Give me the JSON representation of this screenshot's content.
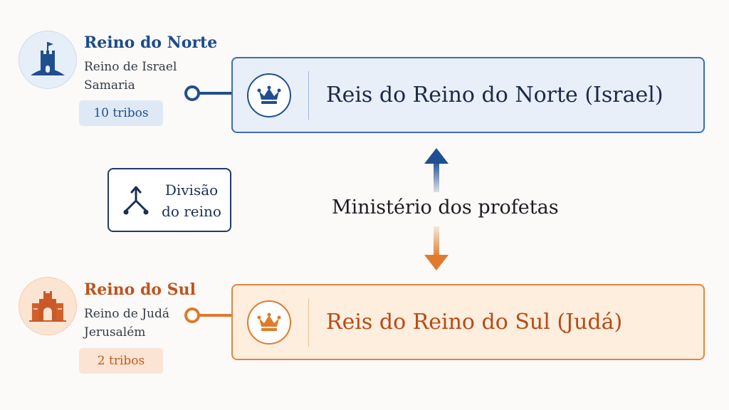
{
  "north": {
    "name": "Reino do Norte",
    "line1": "Reino de Israel",
    "line2": "Samaria",
    "tribes": "10 tribos",
    "kings_title": "Reis do Reino do Norte (Israel)"
  },
  "south": {
    "name": "Reino do Sul",
    "line1": "Reino de Judá",
    "line2": "Jerusalém",
    "tribes": "2 tribos",
    "kings_title": "Reis do Reino do Sul (Judá)"
  },
  "division": {
    "line1": "Divisão",
    "line2": "do reino"
  },
  "prophets": "Ministério dos profetas",
  "colors": {
    "north_accent": "#1f4f8f",
    "south_accent": "#e27a2c"
  },
  "icons": {
    "north_emblem": "fortress-tower-icon",
    "south_emblem": "city-gate-icon",
    "division": "fork-split-icon",
    "kings": "crown-icon"
  }
}
